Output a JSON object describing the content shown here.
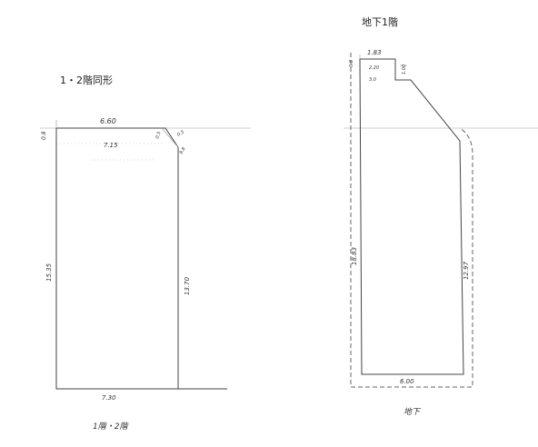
{
  "left_plan": {
    "heading": "1・2階同形",
    "top_width": "6.60",
    "inner_width": "7.15",
    "setback_left": "0.8",
    "corner_a": "0.5",
    "corner_b": "0.5",
    "corner_c": "9.8",
    "left_depth": "15.35",
    "right_depth": "13.70",
    "bottom_width": "7.30",
    "caption": "1階・2階"
  },
  "right_plan": {
    "heading": "地下1階",
    "top_width": "1.83",
    "step_width_a": "2.20",
    "step_width_b": "3.0",
    "left_small": "0.8",
    "step_depth": "1.00",
    "left_depth": "18.83",
    "right_depth": "12.97",
    "bottom_width": "6.00",
    "caption": "地下"
  }
}
